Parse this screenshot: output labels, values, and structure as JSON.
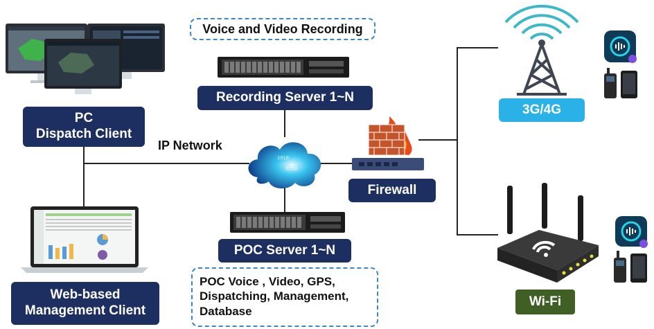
{
  "title": "Voice and Video Recording",
  "recording_server": "Recording Server 1~N",
  "ip_network": "IP Network",
  "pc_client": {
    "line1": "PC",
    "line2": "Dispatch Client"
  },
  "web_client": {
    "line1": "Web-based",
    "line2": "Management Client"
  },
  "firewall": "Firewall",
  "poc_server": "POC Server 1~N",
  "poc_features": {
    "line1": "POC Voice , Video,  GPS,",
    "line2": "Dispatching, Management,",
    "line3": "Database"
  },
  "cellular": "3G/4G",
  "wifi": "Wi-Fi",
  "colors": {
    "navy": "#1d2f60",
    "cellular": "#2ab2e8",
    "wifi": "#3f5f24",
    "dashed": "#3d86c6"
  }
}
